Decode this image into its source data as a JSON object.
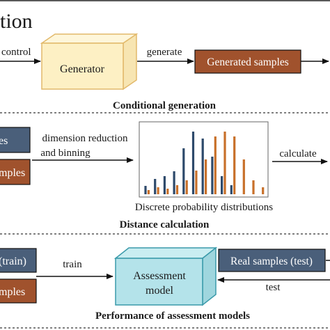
{
  "title_fragment": "tion",
  "sections": {
    "generation": {
      "caption": "Conditional generation",
      "control_label": "control",
      "generator_label": "Generator",
      "generate_label": "generate",
      "generated_samples_label": "Generated samples"
    },
    "distance": {
      "caption": "Distance calculation",
      "box_top_label": "es",
      "box_bottom_label": "mples",
      "reduction_label_line1": "dimension reduction",
      "reduction_label_line2": "and binning",
      "distribution_caption": "Discrete probability distributions",
      "calculate_label": "calculate"
    },
    "assessment": {
      "caption": "Performance of assessment models",
      "train_box_label": "(train)",
      "samples_box_label": "mples",
      "train_label": "train",
      "model_label_line1": "Assessment",
      "model_label_line2": "model",
      "real_test_label": "Real samples (test)",
      "test_label": "test"
    }
  },
  "colors": {
    "generator_box": "#fdf0c4",
    "generator_border": "#e2b96b",
    "generated_samples_box": "#a0522d",
    "navy_box": "#4a5f7a",
    "model_box": "#b4e3ea",
    "model_border": "#3a9aaa",
    "bar_navy": "#2e4a6b",
    "bar_orange": "#c8702a"
  },
  "chart_data": {
    "type": "bar",
    "series": [
      {
        "values": [
          0.12,
          0.22,
          0.26,
          0.33,
          0.66,
          0.9,
          0.8,
          0.54,
          0.26,
          0.13,
          0.0,
          0.0,
          0.0
        ]
      },
      {
        "values": [
          0.06,
          0.1,
          0.08,
          0.13,
          0.2,
          0.34,
          0.5,
          0.83,
          0.9,
          0.83,
          0.5,
          0.2,
          0.1
        ]
      }
    ]
  }
}
